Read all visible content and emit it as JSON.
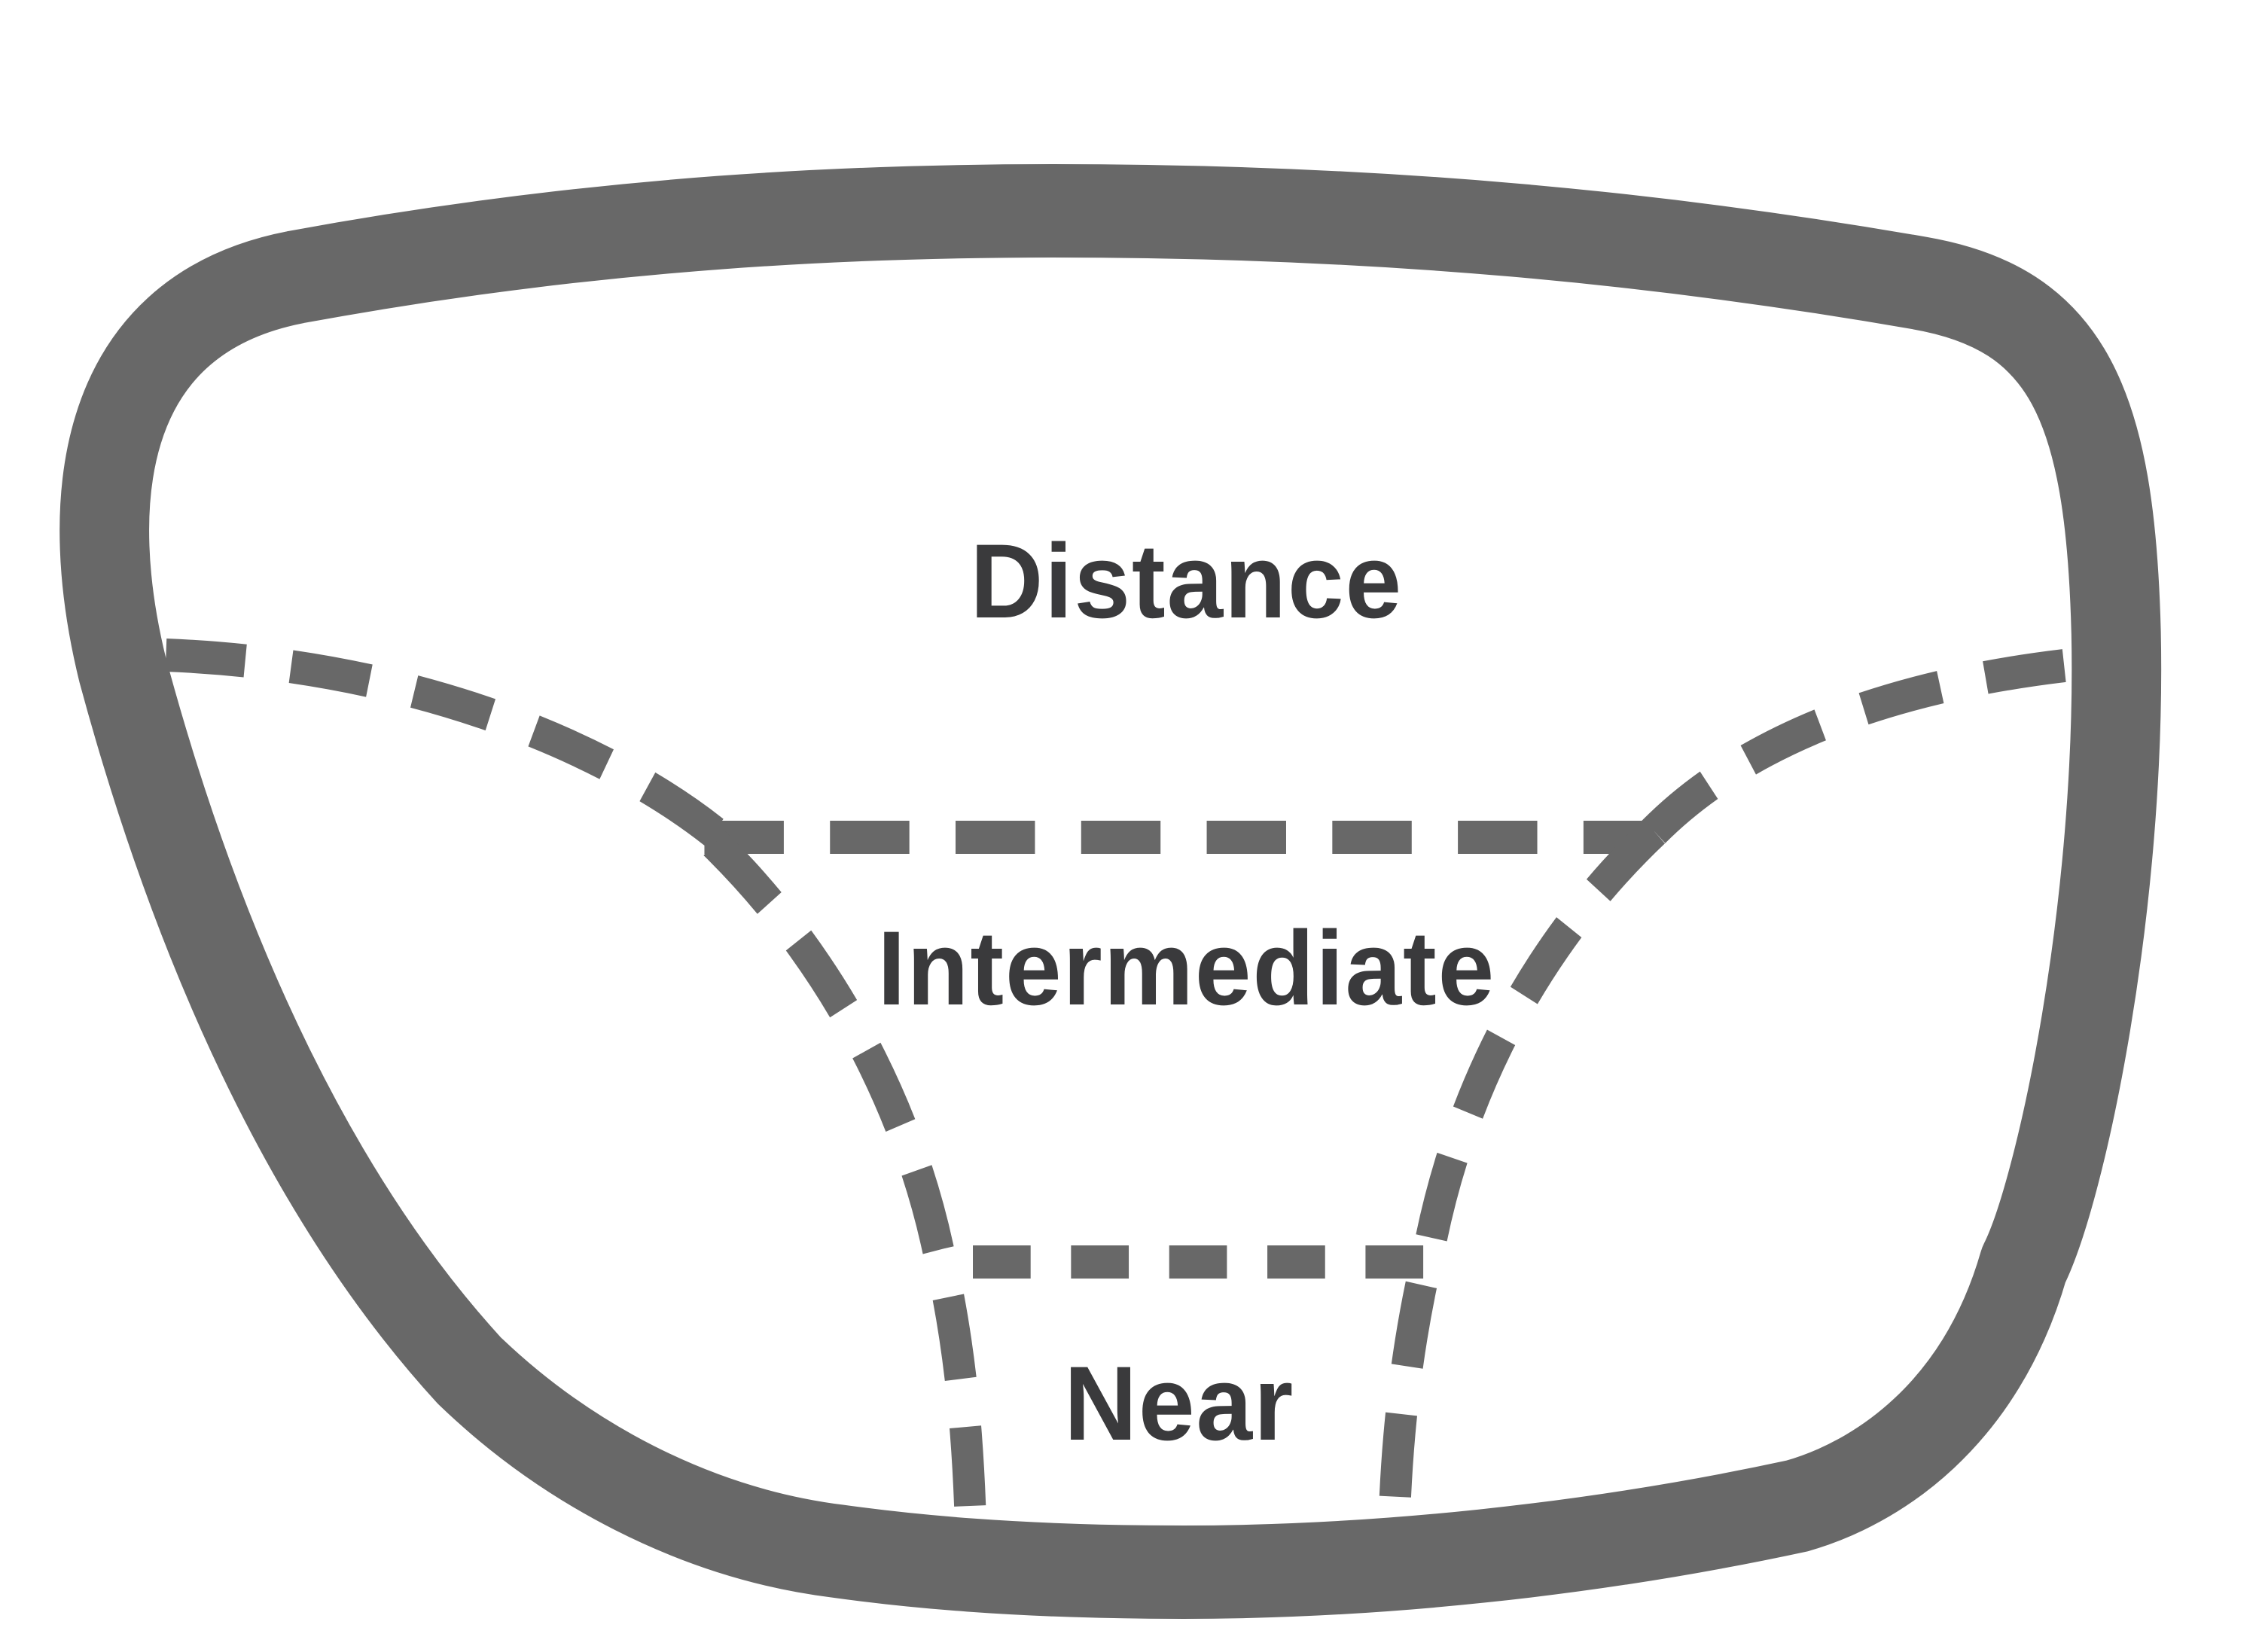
{
  "diagram": {
    "zones": {
      "distance": "Distance",
      "intermediate": "Intermediate",
      "near": "Near"
    },
    "colors": {
      "frame": "#686868",
      "divider": "#686868",
      "label": "#3a3a3c",
      "background": "#ffffff"
    }
  }
}
